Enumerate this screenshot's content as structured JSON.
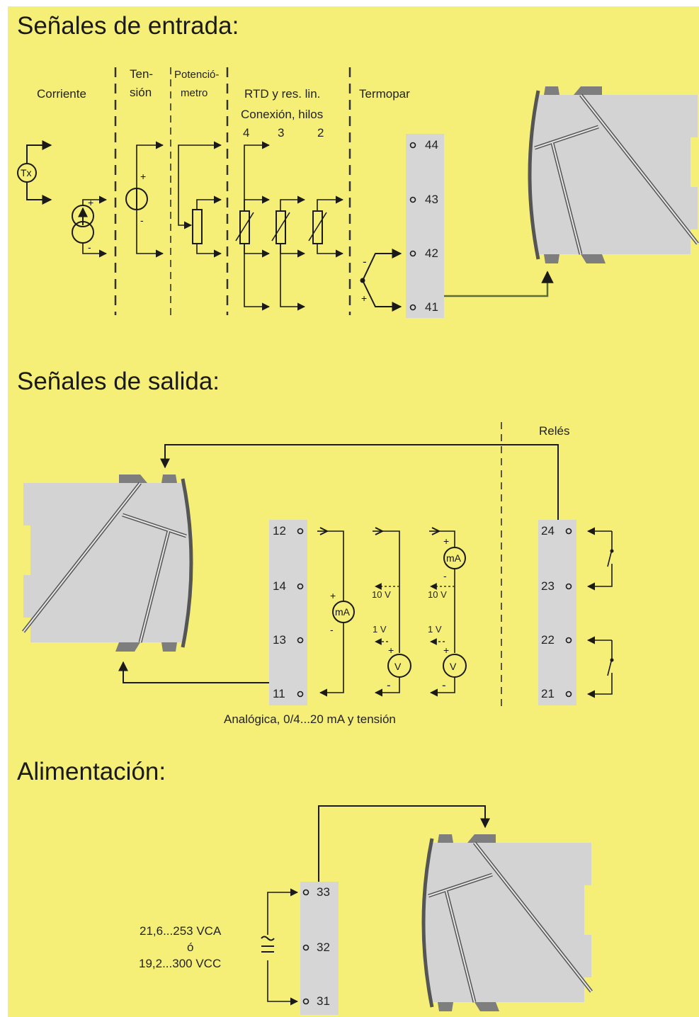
{
  "input": {
    "title": "Señales de entrada:",
    "corriente": "Corriente",
    "tension_1": "Ten-",
    "tension_2": "sión",
    "potenciometro_1": "Potenció-",
    "potenciometro_2": "metro",
    "rtd": "RTD y res. lin.",
    "conexion": "Conexión, hilos",
    "wire4": "4",
    "wire3": "3",
    "wire2": "2",
    "termopar": "Termopar",
    "tx": "Tx",
    "pins": [
      "44",
      "43",
      "42",
      "41"
    ]
  },
  "output": {
    "title": "Señales de salida:",
    "reles": "Relés",
    "pins_left": [
      "12",
      "14",
      "13",
      "11"
    ],
    "pins_right": [
      "24",
      "23",
      "22",
      "21"
    ],
    "ma": "mA",
    "v": "V",
    "ten_v": "10 V",
    "one_v": "1 V",
    "caption": "Analógica, 0/4...20 mA y tensión"
  },
  "power": {
    "title": "Alimentación:",
    "supply_1": "21,6...253 VCA",
    "supply_2": "ó",
    "supply_3": "19,2...300 VCC",
    "pins": [
      "33",
      "32",
      "31"
    ]
  }
}
